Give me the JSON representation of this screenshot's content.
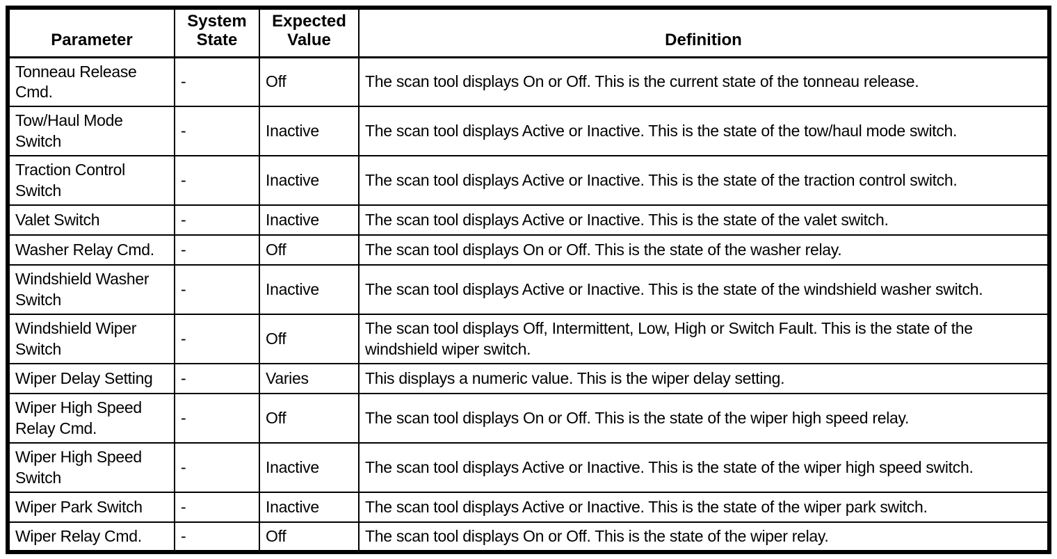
{
  "table": {
    "columns": [
      {
        "label": "Parameter"
      },
      {
        "label": "System State"
      },
      {
        "label": "Expected Value"
      },
      {
        "label": "Definition"
      }
    ],
    "rows": [
      {
        "parameter": "Tonneau Release Cmd.",
        "system_state": "-",
        "expected_value": "Off",
        "definition": "The scan tool displays On or Off. This is the current state of the tonneau release.",
        "size": "tall"
      },
      {
        "parameter": "Tow/Haul Mode Switch",
        "system_state": "-",
        "expected_value": "Inactive",
        "definition": "The scan tool displays Active or Inactive. This is the state of the tow/haul mode switch.",
        "size": "tall"
      },
      {
        "parameter": "Traction Control Switch",
        "system_state": "-",
        "expected_value": "Inactive",
        "definition": "The scan tool displays Active or Inactive. This is the state of the traction control switch.",
        "size": "tall"
      },
      {
        "parameter": "Valet Switch",
        "system_state": "-",
        "expected_value": "Inactive",
        "definition": "The scan tool displays Active or Inactive. This is the state of the valet switch.",
        "size": "short"
      },
      {
        "parameter": "Washer Relay Cmd.",
        "system_state": "-",
        "expected_value": "Off",
        "definition": "The scan tool displays On or Off. This is the state of the washer relay.",
        "size": "short"
      },
      {
        "parameter": "Windshield Washer Switch",
        "system_state": "-",
        "expected_value": "Inactive",
        "definition": "The scan tool displays Active or Inactive. This is the state of the windshield washer switch.",
        "size": "tall"
      },
      {
        "parameter": "Windshield Wiper Switch",
        "system_state": "-",
        "expected_value": "Off",
        "definition": "The scan tool displays Off, Intermittent, Low, High or Switch Fault. This is the state of the windshield wiper switch.",
        "size": "tall"
      },
      {
        "parameter": "Wiper Delay Setting",
        "system_state": "-",
        "expected_value": "Varies",
        "definition": "This displays a numeric value. This is the wiper delay setting.",
        "size": "short"
      },
      {
        "parameter": "Wiper High Speed Relay Cmd.",
        "system_state": "-",
        "expected_value": "Off",
        "definition": "The scan tool displays On or Off. This is the state of the wiper high speed relay.",
        "size": "tall"
      },
      {
        "parameter": "Wiper High Speed Switch",
        "system_state": "-",
        "expected_value": "Inactive",
        "definition": "The scan tool displays Active or Inactive. This is the state of the wiper high speed switch.",
        "size": "tall"
      },
      {
        "parameter": "Wiper Park Switch",
        "system_state": "-",
        "expected_value": "Inactive",
        "definition": "The scan tool displays Active or Inactive. This is the state of the wiper park switch.",
        "size": "short"
      },
      {
        "parameter": "Wiper Relay Cmd.",
        "system_state": "-",
        "expected_value": "Off",
        "definition": "The scan tool displays On or Off. This is the state of the wiper relay.",
        "size": "short"
      }
    ]
  }
}
